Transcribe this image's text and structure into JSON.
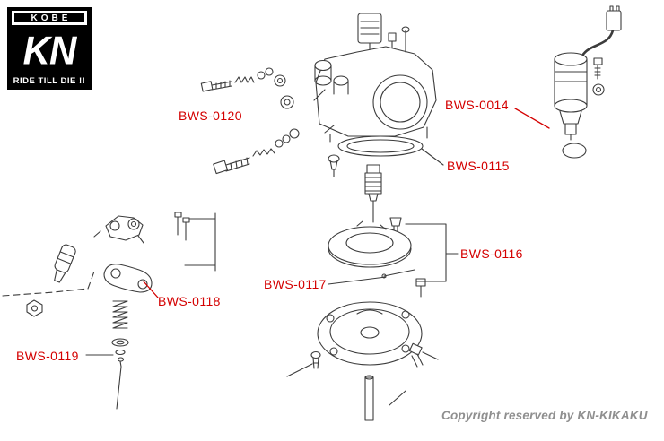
{
  "logo": {
    "top": "KOBE",
    "main": "KN",
    "bottom": "RIDE TILL DIE !!"
  },
  "labels": [
    {
      "id": "bws-0120",
      "text": "BWS-0120"
    },
    {
      "id": "bws-0014",
      "text": "BWS-0014"
    },
    {
      "id": "bws-0115",
      "text": "BWS-0115"
    },
    {
      "id": "bws-0116",
      "text": "BWS-0116"
    },
    {
      "id": "bws-0117",
      "text": "BWS-0117"
    },
    {
      "id": "bws-0118",
      "text": "BWS-0118"
    },
    {
      "id": "bws-0119",
      "text": "BWS-0119"
    }
  ],
  "copyright": "Copyright reserved by KN-KIKAKU",
  "colors": {
    "label_red": "#d40000",
    "copyright_gray": "#8f8f8f",
    "line_dark": "#3c3c3c"
  }
}
